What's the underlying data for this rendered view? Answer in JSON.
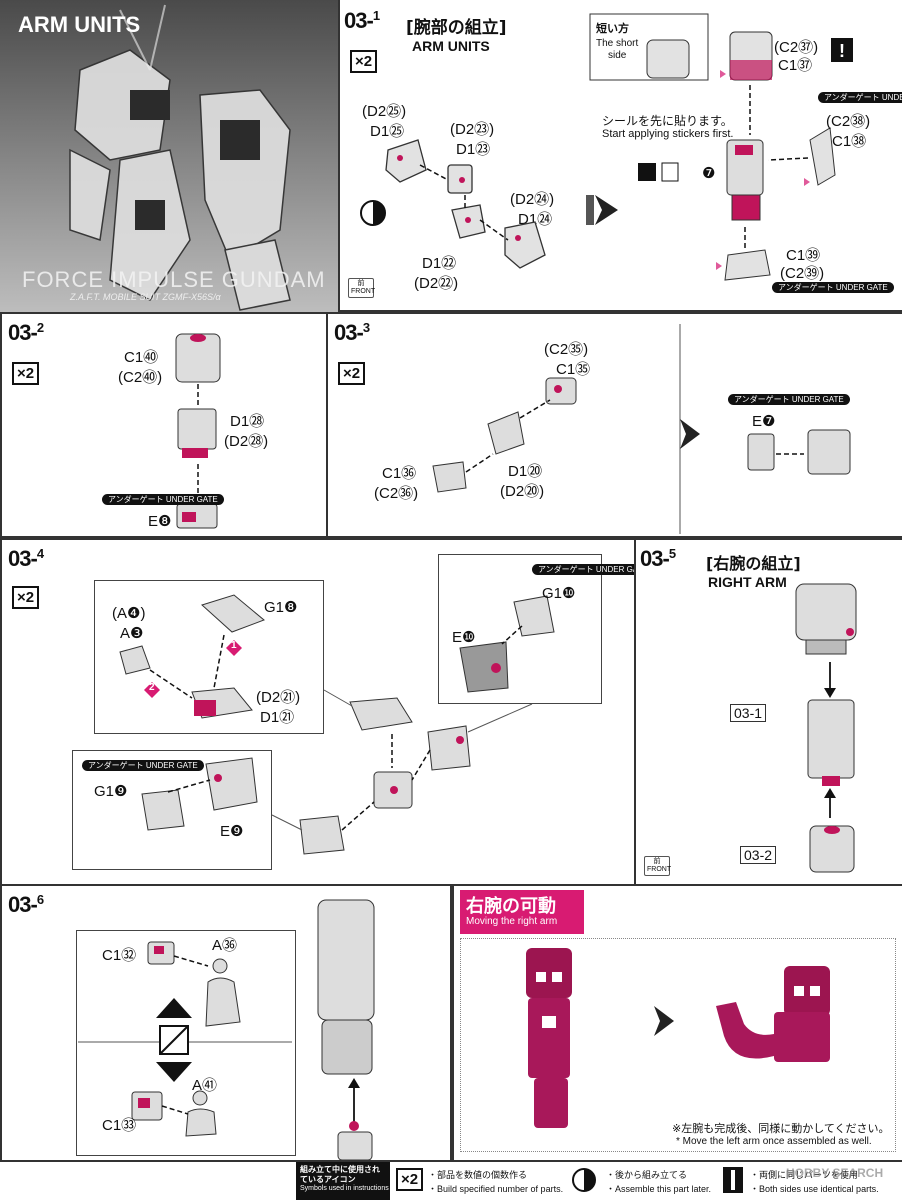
{
  "colors": {
    "accent": "#c0145a",
    "ink": "#111111",
    "part": "#d8d8d8"
  },
  "intro": {
    "title": "ARM UNITS",
    "logo": "FORCE IMPULSE GUNDAM",
    "subtitle": "Z.A.F.T. MOBILE SUIT ZGMF-X56S/α"
  },
  "s1": {
    "num": "03",
    "sub": "1",
    "jp": "[腕部の組立]",
    "en": "ARM UNITS",
    "qty": "×2",
    "l_d225": "(D2㉕)",
    "l_d125": "D1㉕",
    "l_d223": "(D2㉓)",
    "l_d123": "D1㉓",
    "l_d224": "(D2㉔)",
    "l_d124": "D1㉔",
    "l_d122": "D1㉒",
    "l_d222": "(D2㉒)",
    "short_jp": "短い方",
    "short_en1": "The short",
    "short_en2": "side",
    "l_c237": "(C2㊲)",
    "l_c137": "C1㊲",
    "sticker_jp": "シールを先に貼ります。",
    "sticker_en": "Start applying stickers first.",
    "l_c238": "(C2㊳)",
    "l_c138": "C1㊳",
    "l_c139": "C1㊴",
    "l_c239": "(C2㊴)",
    "gate": "アンダーゲート UNDER GATE",
    "front": "前 FRONT",
    "sticker_no": "❼"
  },
  "s2": {
    "num": "03",
    "sub": "2",
    "qty": "×2",
    "l_c140": "C1㊵",
    "l_c240": "(C2㊵)",
    "l_d128": "D1㉘",
    "l_d228": "(D2㉘)",
    "l_e8": "E❽",
    "gate": "アンダーゲート UNDER GATE"
  },
  "s3": {
    "num": "03",
    "sub": "3",
    "qty": "×2",
    "l_c235": "(C2㉟)",
    "l_c135": "C1㉟",
    "l_c136": "C1㊱",
    "l_c236": "(C2㊱)",
    "l_d120": "D1⑳",
    "l_d220": "(D2⑳)",
    "l_e7": "E❼",
    "gate": "アンダーゲート UNDER GATE"
  },
  "s4": {
    "num": "03",
    "sub": "4",
    "qty": "×2",
    "l_a4": "(A❹)",
    "l_a3": "A❸",
    "l_g18": "G1❽",
    "l_d221": "(D2㉑)",
    "l_d121": "D1㉑",
    "n1": "1",
    "n2": "2",
    "l_g110": "G1❿",
    "l_e10": "E❿",
    "l_g19": "G1❾",
    "l_e9": "E❾",
    "gate": "アンダーゲート UNDER GATE"
  },
  "s5": {
    "num": "03",
    "sub": "5",
    "jp": "[右腕の組立]",
    "en": "RIGHT ARM",
    "ref1": "03-1",
    "ref2": "03-2",
    "front": "前 FRONT"
  },
  "s6": {
    "num": "03",
    "sub": "6",
    "l_c132": "C1㉜",
    "l_a36": "A㊱",
    "l_a41": "A㊶",
    "l_c133": "C1㉝"
  },
  "s7": {
    "jp": "右腕の可動",
    "en": "Moving the right arm",
    "note_jp": "※左腕も完成後、同様に動かしてください。",
    "note_en": "* Move the left arm once assembled as well."
  },
  "footer": {
    "icons_jp": "組み立て中に使用されているアイコン",
    "icons_en": "Symbols used in instructions",
    "x2": "×2",
    "x2_jp": "・部品を数値の個数作る",
    "x2_en": "・Build specified number of parts.",
    "later_jp": "・後から組み立てる",
    "later_en": "・Assemble this part later.",
    "both_jp": "・両側に同じパーツを使用",
    "both_en": "・Both sides use identical parts.",
    "watermark": "HOBBY SEARCH"
  }
}
